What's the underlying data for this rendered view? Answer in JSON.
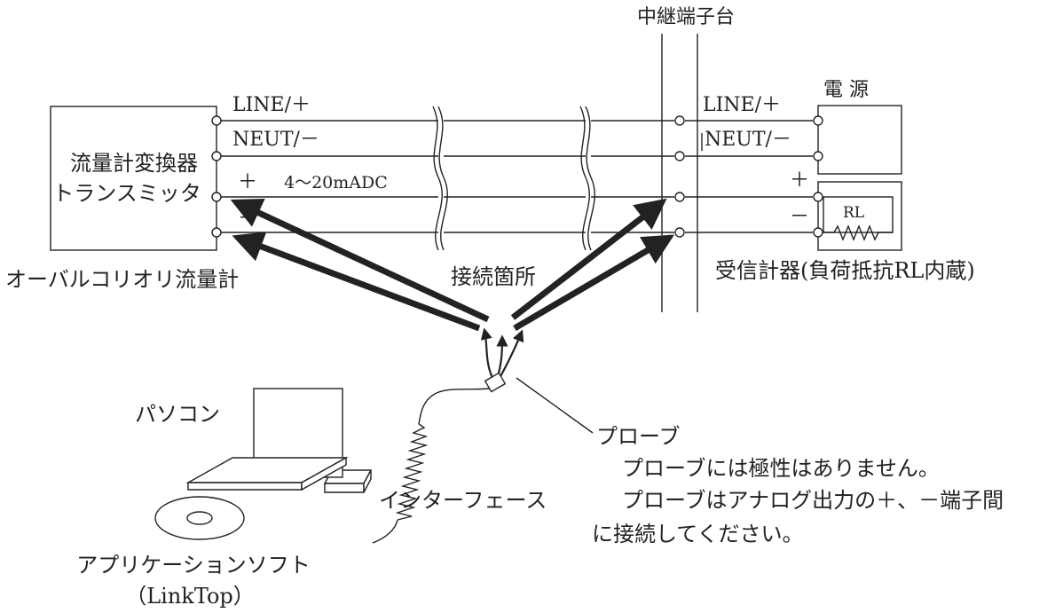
{
  "labels": {
    "relay_terminal": "中継端子台",
    "power_supply": "電 源",
    "line_left": "LINE/＋",
    "neut_left": "NEUT/－",
    "converter": "流量計変換器",
    "transmitter": "トランスミッタ",
    "signal_plus": "＋",
    "signal_current": "4～20mADC",
    "signal_minus": "－",
    "line_right": "LINE/＋",
    "neut_right": "NEUT/－",
    "plus_right": "＋",
    "minus_right": "－",
    "resistor": "RL",
    "flowmeter": "オーバルコリオリ流量計",
    "connection_point": "接続箇所",
    "receiver": "受信計器(負荷抵抗RL内蔵)",
    "pc": "パソコン",
    "probe": "プローブ",
    "probe_note_1": "プローブには極性はありません。",
    "probe_note_2": "プローブはアナログ出力の＋、－端子間",
    "probe_note_3": "に接続してください。",
    "interface": "インターフェース",
    "software": "アプリケーションソフト",
    "software_name": "（LinkTop）"
  }
}
